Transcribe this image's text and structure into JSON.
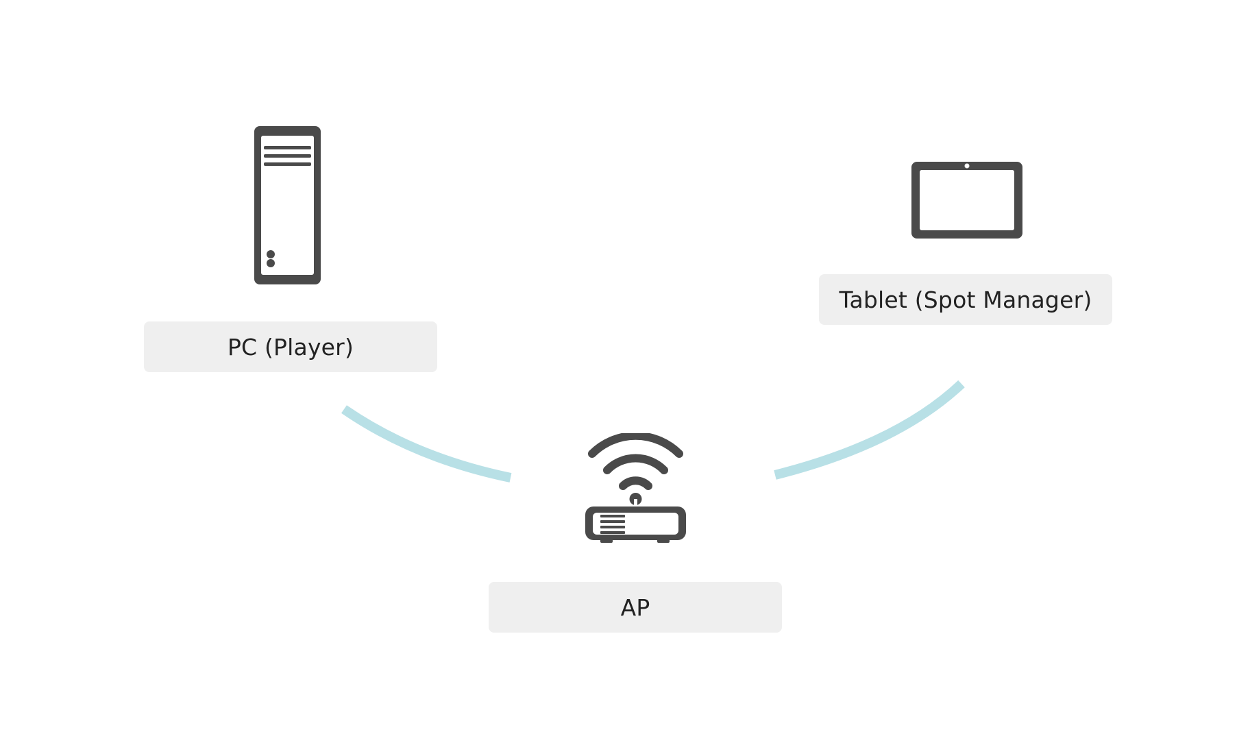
{
  "nodes": {
    "pc": {
      "label": "PC (Player)",
      "icon": "desktop-tower-icon"
    },
    "tablet": {
      "label": "Tablet (Spot Manager)",
      "icon": "tablet-icon"
    },
    "ap": {
      "label": "AP",
      "icon": "wifi-router-icon"
    }
  },
  "links": [
    {
      "from": "pc",
      "to": "ap"
    },
    {
      "from": "tablet",
      "to": "ap"
    }
  ],
  "colors": {
    "icon": "#4a4a4a",
    "link": "#b8e0e6",
    "label_bg": "#efefef",
    "label_text": "#222222"
  }
}
